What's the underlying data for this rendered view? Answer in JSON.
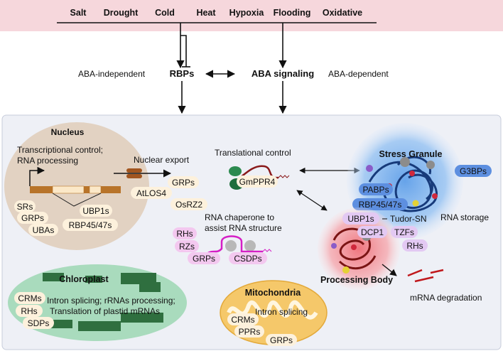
{
  "stresses": [
    "Salt",
    "Drought",
    "Cold",
    "Heat",
    "Hypoxia",
    "Flooding",
    "Oxidative"
  ],
  "upper": {
    "aba_independent": "ABA-independent",
    "rbps": "RBPs",
    "aba_signaling": "ABA signaling",
    "aba_dependent": "ABA-dependent"
  },
  "nucleus": {
    "title": "Nucleus",
    "transcription_line1": "Transcriptional control;",
    "transcription_line2": "RNA processing",
    "proteins_left": [
      "SRs",
      "GRPs",
      "UBAs"
    ],
    "proteins_right": [
      "UBP1s",
      "RBP45/47s"
    ]
  },
  "nuclear_export": {
    "label": "Nuclear export",
    "proteins": [
      "GRPs",
      "AtLOS4",
      "OsRZ2"
    ]
  },
  "translation": {
    "label": "Translational control",
    "protein": "GmPPR4"
  },
  "chaperone": {
    "line1": "RNA chaperone to",
    "line2": "assist RNA structure",
    "proteins": [
      "RHs",
      "RZs",
      "GRPs",
      "CSDPs"
    ]
  },
  "stress_granule": {
    "title": "Stress Granule",
    "proteins": [
      "G3BPs",
      "PABPs",
      "RBP45/47s",
      "UBP1s",
      "Tudor-SN",
      "TZFs",
      "RHs"
    ],
    "storage_label": "RNA storage"
  },
  "processing_body": {
    "title": "Processing Body",
    "protein": "DCP1",
    "degradation_label": "mRNA degradation"
  },
  "chloroplast": {
    "title": "Chloroplast",
    "line1": "Intron splicing; rRNAs processing;",
    "line2": "Translation of plastid mRNAs",
    "proteins": [
      "CRMs",
      "RHs",
      "SDPs"
    ]
  },
  "mitochondria": {
    "title": "Mitochondria",
    "function": "Intron splicing",
    "proteins": [
      "CRMs",
      "PPRs",
      "GRPs"
    ]
  },
  "colors": {
    "top_band": "#f6d7dc",
    "cell_bg": "#eef0f6",
    "nucleus": "#e2d2c2",
    "chloroplast": "#a9dbbd",
    "mitochondria": "#f5c86a",
    "stress_granule": "#6aa7ec",
    "processing_body": "#f08a8a",
    "pill_cream": "#fdf1dc",
    "pill_pink": "#f3c8ef",
    "pill_purple": "#e3c9f3",
    "pill_blue": "#5d8fe0"
  }
}
